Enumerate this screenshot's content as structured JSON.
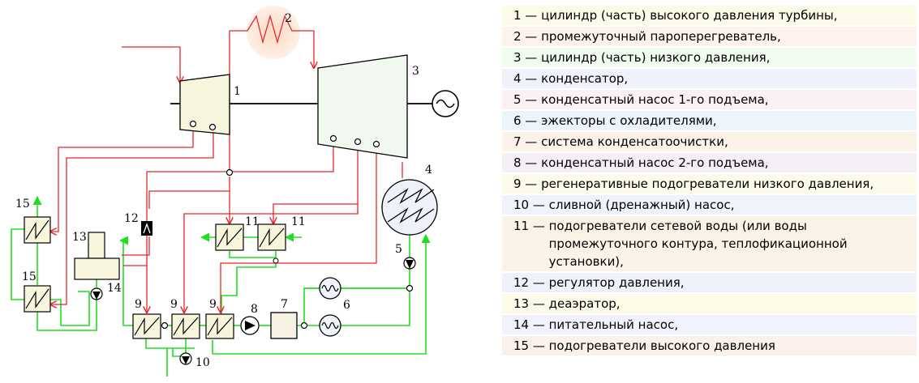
{
  "diagram": {
    "labels": {
      "n1": "1",
      "n2": "2",
      "n3": "3",
      "n4": "4",
      "n5": "5",
      "n6": "6",
      "n7": "7",
      "n8": "8",
      "n9a": "9",
      "n9b": "9",
      "n9c": "9",
      "n10": "10",
      "n11a": "11",
      "n11b": "11",
      "n12": "12",
      "n13": "13",
      "n14": "14",
      "n15a": "15",
      "n15b": "15"
    },
    "colors": {
      "steam": "#e8262a",
      "water": "#22dd22",
      "equipment_fill": "#f7f5dc",
      "reheater_glow": "#fde8d8",
      "outline": "#000000"
    }
  },
  "legend": [
    {
      "num": "1 — ",
      "text": "цилиндр (часть) высокого давления турбины,",
      "bg": "#fbfbe8"
    },
    {
      "num": "2 — ",
      "text": "промежуточный пароперегреватель,",
      "bg": "#fdf3ec"
    },
    {
      "num": "3 — ",
      "text": "цилиндр (часть) низкого давления,",
      "bg": "#f1fbf0"
    },
    {
      "num": "4 — ",
      "text": "конденсатор,",
      "bg": "#eff1fb"
    },
    {
      "num": "5 — ",
      "text": "конденсатный насос 1-го подъема,",
      "bg": "#fbf1f3"
    },
    {
      "num": "6 — ",
      "text": "эжекторы с охладителями,",
      "bg": "#edf4fb"
    },
    {
      "num": "7 — ",
      "text": "система конденсатоочистки,",
      "bg": "#fbf3e7"
    },
    {
      "num": "8 — ",
      "text": "конденсатный насос 2-го подъема,",
      "bg": "#f3eff5"
    },
    {
      "num": "9 — ",
      "text": "регенеративные подогреватели низкого давления,",
      "bg": "#fbfbe8"
    },
    {
      "num": "10 — ",
      "text": "сливной (дренажный) насос,",
      "bg": "#eff3fb"
    },
    {
      "num": "11 — ",
      "text": "подогреватели сетевой воды (или воды промежуточного контура, теплофикационной установки),",
      "bg": "#fbf3e7"
    },
    {
      "num": "12 — ",
      "text": "регулятор давления,",
      "bg": "#eff1fb"
    },
    {
      "num": "13 — ",
      "text": "деаэратор,",
      "bg": "#fbfbe8"
    },
    {
      "num": "14 — ",
      "text": "питательный насос,",
      "bg": "#f0f3fb"
    },
    {
      "num": "15 — ",
      "text": "подогреватели высокого давления",
      "bg": "#fbf1ea"
    }
  ]
}
